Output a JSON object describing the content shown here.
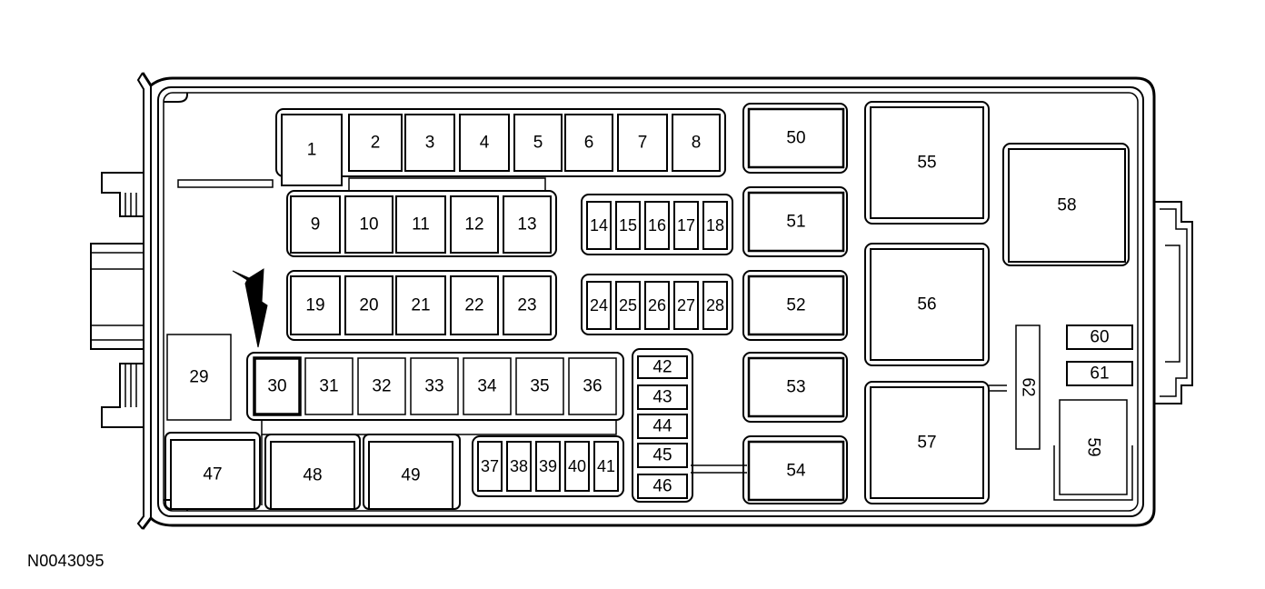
{
  "caption": "N0043095",
  "indicator": "arrow pointing to fuse 30",
  "fuses": [
    {
      "id": "1",
      "label": "1"
    },
    {
      "id": "2",
      "label": "2"
    },
    {
      "id": "3",
      "label": "3"
    },
    {
      "id": "4",
      "label": "4"
    },
    {
      "id": "5",
      "label": "5"
    },
    {
      "id": "6",
      "label": "6"
    },
    {
      "id": "7",
      "label": "7"
    },
    {
      "id": "8",
      "label": "8"
    },
    {
      "id": "9",
      "label": "9"
    },
    {
      "id": "10",
      "label": "10"
    },
    {
      "id": "11",
      "label": "11"
    },
    {
      "id": "12",
      "label": "12"
    },
    {
      "id": "13",
      "label": "13"
    },
    {
      "id": "14",
      "label": "14"
    },
    {
      "id": "15",
      "label": "15"
    },
    {
      "id": "16",
      "label": "16"
    },
    {
      "id": "17",
      "label": "17"
    },
    {
      "id": "18",
      "label": "18"
    },
    {
      "id": "19",
      "label": "19"
    },
    {
      "id": "20",
      "label": "20"
    },
    {
      "id": "21",
      "label": "21"
    },
    {
      "id": "22",
      "label": "22"
    },
    {
      "id": "23",
      "label": "23"
    },
    {
      "id": "24",
      "label": "24"
    },
    {
      "id": "25",
      "label": "25"
    },
    {
      "id": "26",
      "label": "26"
    },
    {
      "id": "27",
      "label": "27"
    },
    {
      "id": "28",
      "label": "28"
    },
    {
      "id": "29",
      "label": "29"
    },
    {
      "id": "30",
      "label": "30"
    },
    {
      "id": "31",
      "label": "31"
    },
    {
      "id": "32",
      "label": "32"
    },
    {
      "id": "33",
      "label": "33"
    },
    {
      "id": "34",
      "label": "34"
    },
    {
      "id": "35",
      "label": "35"
    },
    {
      "id": "36",
      "label": "36"
    },
    {
      "id": "37",
      "label": "37"
    },
    {
      "id": "38",
      "label": "38"
    },
    {
      "id": "39",
      "label": "39"
    },
    {
      "id": "40",
      "label": "40"
    },
    {
      "id": "41",
      "label": "41"
    },
    {
      "id": "42",
      "label": "42"
    },
    {
      "id": "43",
      "label": "43"
    },
    {
      "id": "44",
      "label": "44"
    },
    {
      "id": "45",
      "label": "45"
    },
    {
      "id": "46",
      "label": "46"
    },
    {
      "id": "47",
      "label": "47"
    },
    {
      "id": "48",
      "label": "48"
    },
    {
      "id": "49",
      "label": "49"
    },
    {
      "id": "50",
      "label": "50"
    },
    {
      "id": "51",
      "label": "51"
    },
    {
      "id": "52",
      "label": "52"
    },
    {
      "id": "53",
      "label": "53"
    },
    {
      "id": "54",
      "label": "54"
    },
    {
      "id": "55",
      "label": "55"
    },
    {
      "id": "56",
      "label": "56"
    },
    {
      "id": "57",
      "label": "57"
    },
    {
      "id": "58",
      "label": "58"
    },
    {
      "id": "59",
      "label": "59"
    },
    {
      "id": "60",
      "label": "60"
    },
    {
      "id": "61",
      "label": "61"
    },
    {
      "id": "62",
      "label": "62"
    }
  ]
}
